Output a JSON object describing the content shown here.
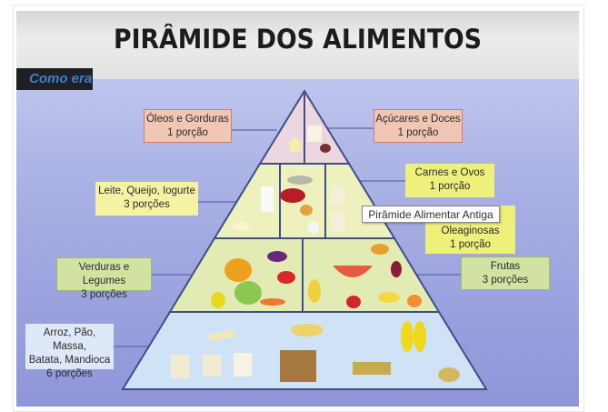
{
  "title": "PIRÂMIDE DOS ALIMENTOS",
  "badge": "Como era",
  "tooltip": "Pirâmide Alimentar Antiga",
  "groups": {
    "oleos": {
      "name": "Óleos e Gorduras",
      "portions": "1 porção"
    },
    "acucares": {
      "name": "Açúcares e Doces",
      "portions": "1 porção"
    },
    "leite": {
      "name": "Leite, Queijo, Iogurte",
      "portions": "3 porções"
    },
    "carnes": {
      "name": "Carnes e Ovos",
      "portions": "1 porção"
    },
    "oleaginosas": {
      "name": "Oleaginosas",
      "portions": "1 porção"
    },
    "verduras": {
      "name": "Verduras e Legumes",
      "portions": "3 porções"
    },
    "frutas": {
      "name": "Frutas",
      "portions": "3 porções"
    },
    "cereais": {
      "name1": "Arroz, Pão, Massa,",
      "name2": "Batata, Mandioca",
      "portions": "6 porções"
    }
  },
  "colors": {
    "outline": "#3f4f86",
    "tier_top": "#ecd6e0",
    "tier_2": "#eef1bd",
    "tier_3": "#e2ebb4",
    "tier_base": "#cfe2f6"
  }
}
